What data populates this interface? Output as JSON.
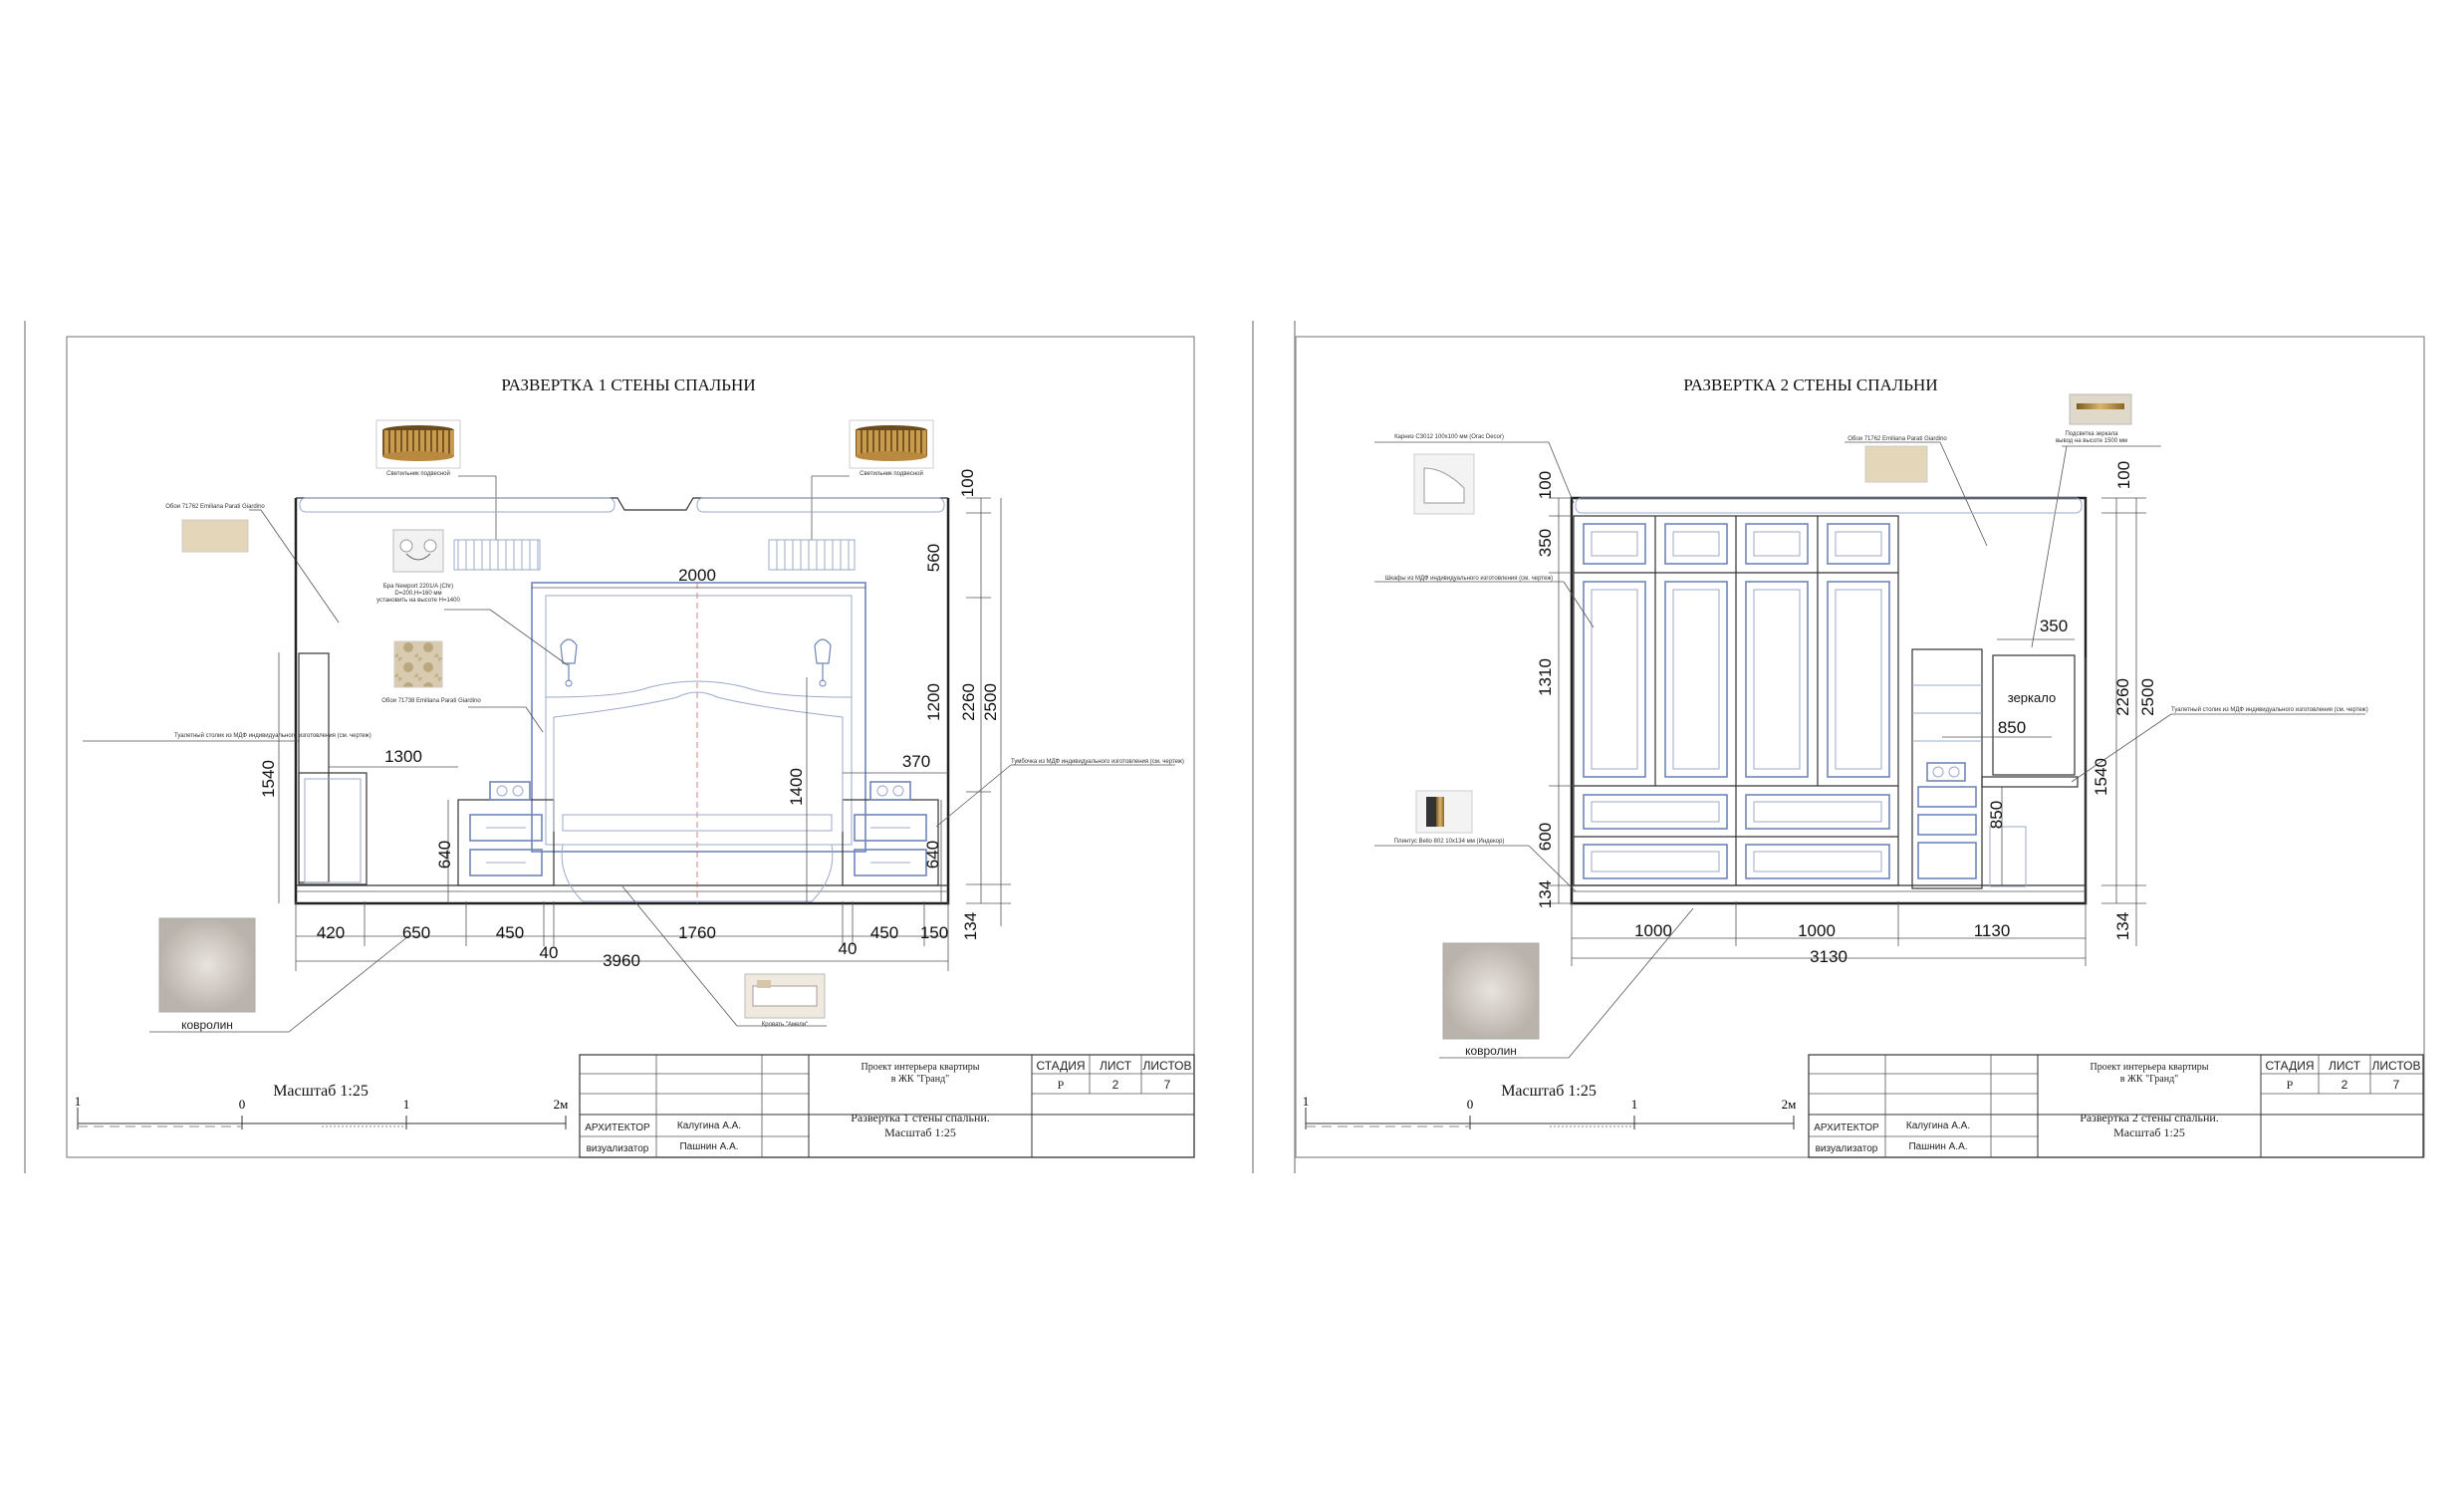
{
  "sheets": [
    {
      "title": "РАЗВЕРТКА  1  СТЕНЫ СПАЛЬНИ",
      "notes": {
        "lamp_left": "Светильник подвесной",
        "lamp_right": "Светильник подвесной",
        "wallpaper1": "Обои 71762 Emiliana Parati Giardino",
        "sconce": "Бра Newport 2201/A (Chr)\nD=200,H=160 мм\nустановить на высоте H=1400",
        "wallpaper2": "Обои 71738 Emiliana Parati Giardino",
        "cabinet": "Туалетный столик из МДФ индивидуального изготовления (см. чертеж)",
        "nightstand": "Тумбочка из МДФ индивидуального изготовления (см. чертеж)",
        "bed": "Кровать \"Амели\"",
        "carpet": "ковролин"
      },
      "dims": [
        "100",
        "560",
        "1200",
        "2260",
        "2500",
        "2000",
        "1300",
        "370",
        "1540",
        "1400",
        "640",
        "640",
        "134",
        "420",
        "650",
        "450",
        "1760",
        "450",
        "150",
        "40",
        "40",
        "3960"
      ],
      "scale_label": "Масштаб 1:25",
      "scale_ticks": [
        "1",
        "0",
        "1",
        "2м"
      ],
      "title_block": {
        "project": "Проект интерьера квартиры\nв ЖК \"Гранд\"",
        "headers": [
          "СТАДИЯ",
          "ЛИСТ",
          "ЛИСТОВ"
        ],
        "values": [
          "Р",
          "2",
          "7"
        ],
        "roles": [
          "АРХИТЕКТОР",
          "визуализатор"
        ],
        "names": [
          "Калугина А.А.",
          "Пашнин А.А."
        ],
        "sheet_title": "Развертка 1 стены спальни.\nМасштаб 1:25"
      }
    },
    {
      "title": "РАЗВЕРТКА  2  СТЕНЫ СПАЛЬНИ",
      "notes": {
        "cornice": "Карниз C3012 100x100 мм (Orac Decor)",
        "wallpaper1": "Обои 71762 Emiliana Parati Giardino",
        "mirror_light": "Подсветка зеркала\nвывод на высоте 1500 мм",
        "wardrobe": "Шкафы из МДФ индивидуального изготовления (см. чертеж)",
        "dresser": "Туалетный столик из МДФ индивидуального изготовления (см. чертеж)",
        "plinth": "Плинтус Bello 802 10x134 мм (Индекор)",
        "mirror": "зеркало",
        "carpet": "ковролин"
      },
      "dims": [
        "100",
        "350",
        "1310",
        "600",
        "134",
        "100",
        "350",
        "850",
        "2260",
        "2500",
        "1540",
        "850",
        "134",
        "1000",
        "1000",
        "1130",
        "3130"
      ],
      "scale_label": "Масштаб 1:25",
      "scale_ticks": [
        "1",
        "0",
        "1",
        "2м"
      ],
      "title_block": {
        "project": "Проект интерьера квартиры\nв ЖК \"Гранд\"",
        "headers": [
          "СТАДИЯ",
          "ЛИСТ",
          "ЛИСТОВ"
        ],
        "values": [
          "Р",
          "2",
          "7"
        ],
        "roles": [
          "АРХИТЕКТОР",
          "визуализатор"
        ],
        "names": [
          "Калугина А.А.",
          "Пашнин А.А."
        ],
        "sheet_title": "Развертка 2 стены спальни.\nМасштаб 1:25"
      }
    }
  ]
}
